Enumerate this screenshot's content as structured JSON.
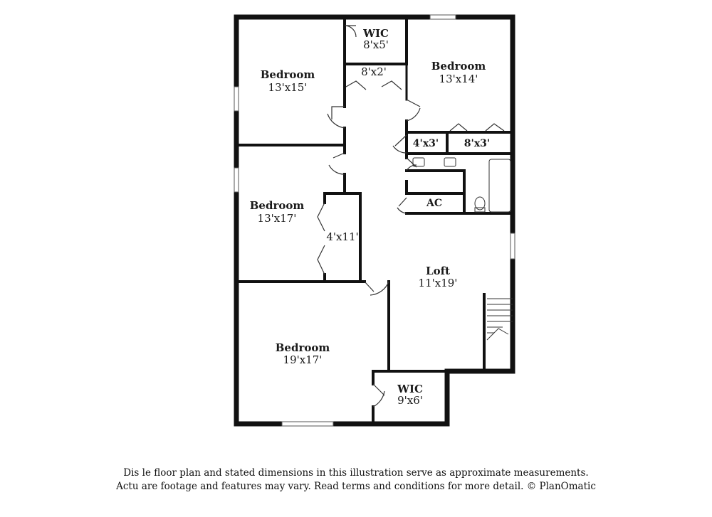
{
  "rooms": {
    "bedroom_nw": {
      "name": "Bedroom",
      "dims": "13'x15'"
    },
    "wic_top": {
      "name": "WIC",
      "dims": "8'x5'"
    },
    "closet_8x2": {
      "name": "",
      "dims": "8'x2'"
    },
    "bedroom_ne": {
      "name": "Bedroom",
      "dims": "13'x14'"
    },
    "closet_4x3": {
      "name": "",
      "dims": "4'x3'"
    },
    "closet_8x3": {
      "name": "",
      "dims": "8'x3'"
    },
    "ac": {
      "name": "AC",
      "dims": ""
    },
    "bedroom_w": {
      "name": "Bedroom",
      "dims": "13'x17'"
    },
    "closet_4x11": {
      "name": "",
      "dims": "4'x11'"
    },
    "loft": {
      "name": "Loft",
      "dims": "11'x19'"
    },
    "bedroom_sw": {
      "name": "Bedroom",
      "dims": "19'x17'"
    },
    "wic_bottom": {
      "name": "WIC",
      "dims": "9'x6'"
    }
  },
  "disclaimer": {
    "line1": "Dis     le floor plan and stated dimensions in this illustration serve as approximate measurements.",
    "line2": "Actu     are footage and features may vary. Read terms and conditions for more detail. © PlanOmatic"
  }
}
